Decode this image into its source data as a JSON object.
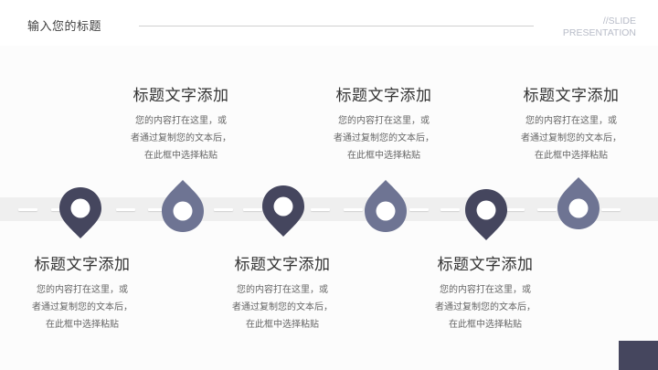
{
  "header": {
    "title": "输入您的标题",
    "brand_line1": "//SLIDE",
    "brand_line2": "PRESENTATION"
  },
  "colors": {
    "dark_marker": "#45465e",
    "light_marker": "#6e7493",
    "band": "#efefef",
    "accent_box": "#45465e"
  },
  "timeline": {
    "items": [
      {
        "position": "bottom",
        "marker": "pin-dark",
        "title": "标题文字添加",
        "desc_line1": "您的内容打在这里，或",
        "desc_line2": "者通过复制您的文本后，",
        "desc_line3": "在此框中选择粘贴"
      },
      {
        "position": "top",
        "marker": "drop-light",
        "title": "标题文字添加",
        "desc_line1": "您的内容打在这里，或",
        "desc_line2": "者通过复制您的文本后，",
        "desc_line3": "在此框中选择粘贴"
      },
      {
        "position": "bottom",
        "marker": "pin-dark",
        "title": "标题文字添加",
        "desc_line1": "您的内容打在这里，或",
        "desc_line2": "者通过复制您的文本后，",
        "desc_line3": "在此框中选择粘贴"
      },
      {
        "position": "top",
        "marker": "drop-light",
        "title": "标题文字添加",
        "desc_line1": "您的内容打在这里，或",
        "desc_line2": "者通过复制您的文本后，",
        "desc_line3": "在此框中选择粘贴"
      },
      {
        "position": "bottom",
        "marker": "pin-dark",
        "title": "标题文字添加",
        "desc_line1": "您的内容打在这里，或",
        "desc_line2": "者通过复制您的文本后，",
        "desc_line3": "在此框中选择粘贴"
      },
      {
        "position": "top",
        "marker": "drop-light",
        "title": "标题文字添加",
        "desc_line1": "您的内容打在这里，或",
        "desc_line2": "者通过复制您的文本后，",
        "desc_line3": "在此框中选择粘贴"
      }
    ]
  }
}
